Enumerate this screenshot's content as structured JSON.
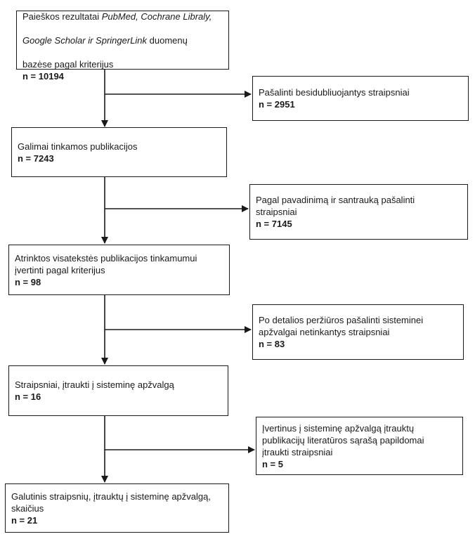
{
  "boxes": {
    "search": {
      "prefix": "Paieškos rezultatai ",
      "db1": "PubMed, Cochrane Libraly,",
      "db2": "Google Scholar ir SpringerLink",
      "suffix": " duomenų",
      "line3": "bazėse pagal kriterijus",
      "n": "n = 10194"
    },
    "duplicates": {
      "text": "Pašalinti besidubliuojantys straipsniai",
      "n": "n = 2951"
    },
    "eligible": {
      "text": "Galimai tinkamos publikacijos",
      "n": "n = 7243"
    },
    "title_abstract": {
      "text": "Pagal pavadinimą ir santrauką pašalinti\nstraipsniai",
      "n": "n = 7145"
    },
    "fulltext": {
      "text": "Atrinktos visatekstės publikacijos tinkamumui\nįvertinti pagal kriterijus",
      "n": "n = 98"
    },
    "detailed": {
      "text": "Po detalios peržiūros pašalinti sisteminei\napžvalgai netinkantys straipsniai",
      "n": "n = 83"
    },
    "included": {
      "text": "Straipsniai, įtraukti į sisteminę apžvalgą",
      "n": "n = 16"
    },
    "references": {
      "text": "Įvertinus į sisteminę apžvalgą įtrauktų\npublikacijų literatūros sąrašą papildomai\nįtraukti straipsniai",
      "n": "n = 5"
    },
    "final": {
      "text": "Galutinis straipsnių, įtrauktų į sisteminę apžvalgą,\nskaičius",
      "n": "n = 21"
    }
  }
}
